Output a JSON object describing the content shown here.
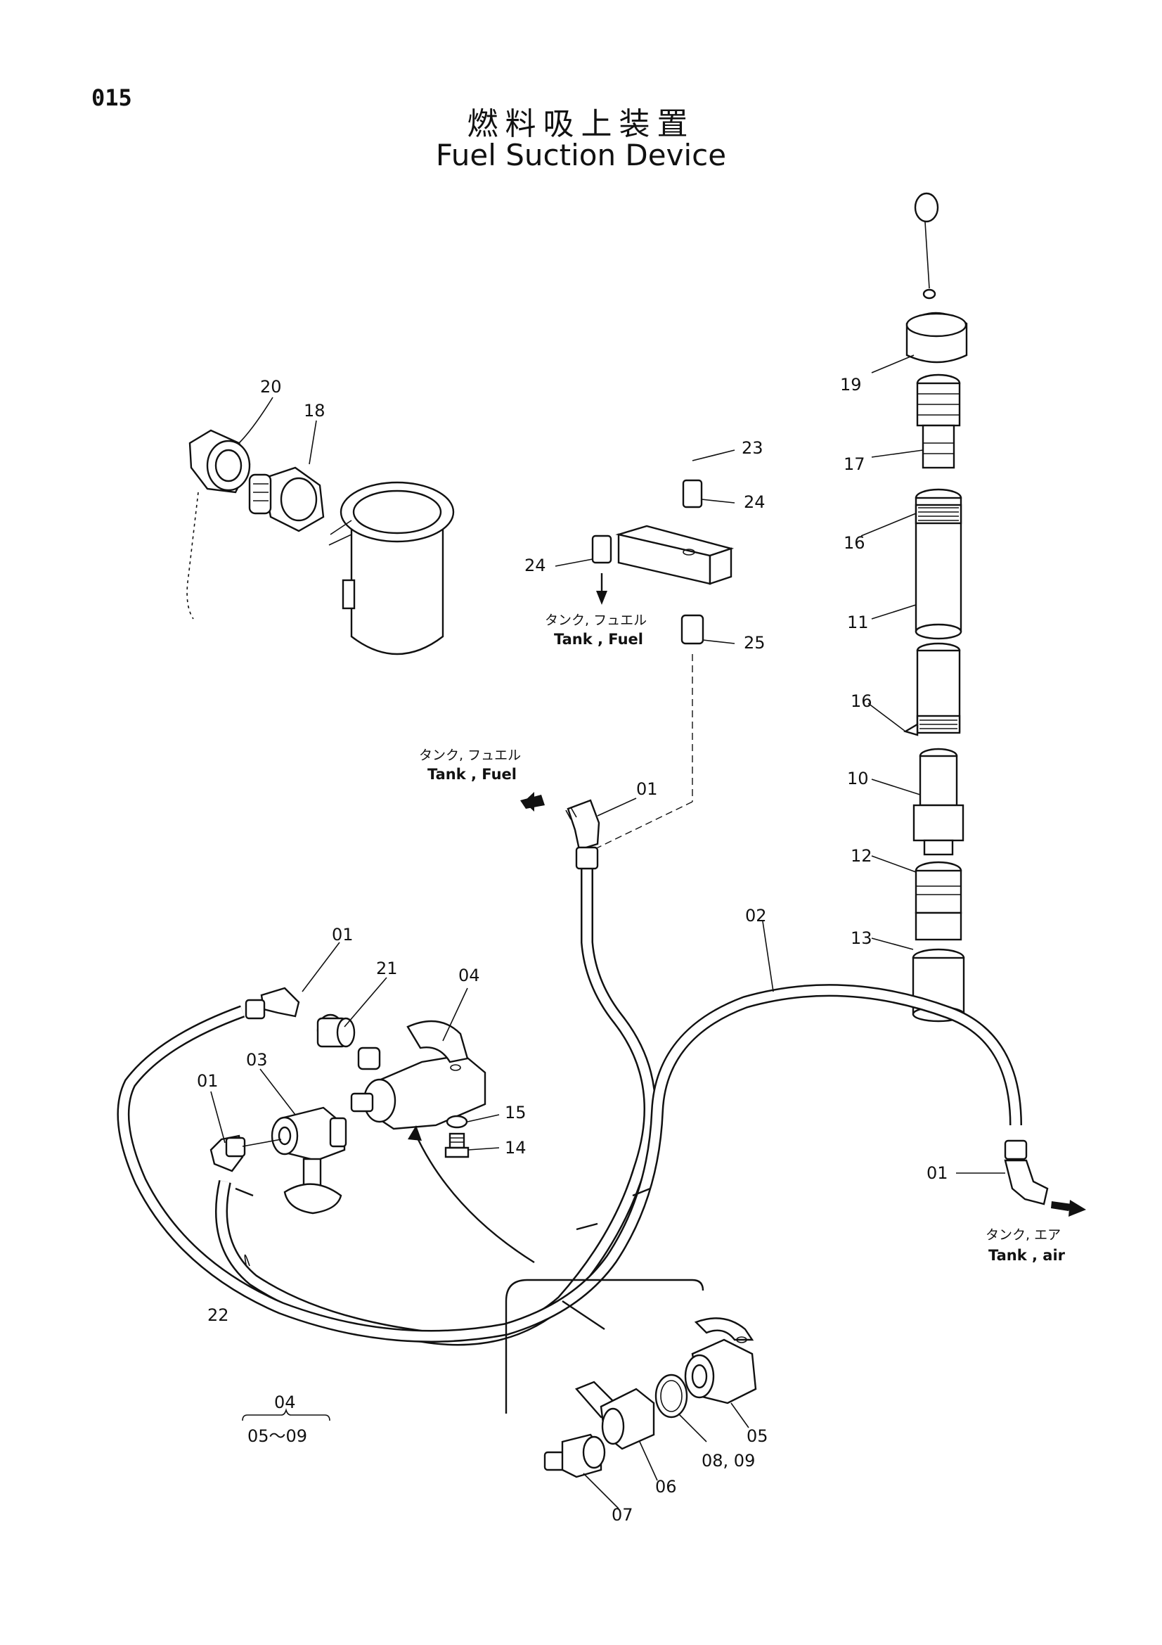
{
  "page_number": "015",
  "title_jp": "燃料吸上装置",
  "title_en": "Fuel Suction Device",
  "callouts": {
    "p01a": "01",
    "p01b": "01",
    "p01c": "01",
    "p01d": "01",
    "p02": "02",
    "p03": "03",
    "p04": "04",
    "p05": "05",
    "p06": "06",
    "p07": "07",
    "p0809": "08, 09",
    "p10": "10",
    "p11": "11",
    "p12": "12",
    "p13": "13",
    "p14": "14",
    "p15": "15",
    "p16a": "16",
    "p16b": "16",
    "p17": "17",
    "p18": "18",
    "p19": "19",
    "p20": "20",
    "p21": "21",
    "p22": "22",
    "p23": "23",
    "p24a": "24",
    "p24b": "24",
    "p25": "25"
  },
  "notes": {
    "tank_fuel_1_jp": "タンク, フュエル",
    "tank_fuel_1_en": "Tank , Fuel",
    "tank_fuel_2_jp": "タンク, フュエル",
    "tank_fuel_2_en": "Tank , Fuel",
    "tank_air_jp": "タンク, エア",
    "tank_air_en": "Tank , air"
  },
  "legend": {
    "assembly": "04",
    "range": "05～09"
  }
}
